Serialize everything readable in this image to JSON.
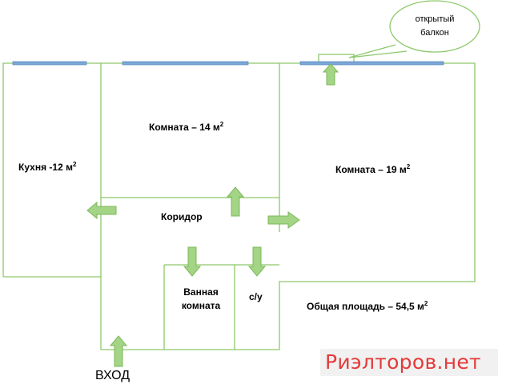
{
  "rooms": {
    "kitchen": {
      "label": "Кухня -12 м",
      "sup": "2"
    },
    "room14": {
      "label": "Комната – 14 м",
      "sup": "2"
    },
    "room19": {
      "label": "Комната – 19 м",
      "sup": "2"
    },
    "corridor": {
      "label": "Коридор"
    },
    "bathroom": {
      "line1": "Ванная",
      "line2": "комната"
    },
    "toilet": {
      "label": "с/у"
    }
  },
  "total_area": {
    "label": "Общая площадь – 54,5 м",
    "sup": "2"
  },
  "entrance": {
    "label": "ВХОД"
  },
  "callout": {
    "line1": "открытый",
    "line2": "балкон"
  },
  "watermark": {
    "text": "Риэлторов.нет"
  },
  "colors": {
    "walls": "#8dc86a",
    "windows": "#7aa6d8",
    "arrows": "#a4d486",
    "arrow_outline": "#7cb95a",
    "watermark": "#e53a3a"
  }
}
